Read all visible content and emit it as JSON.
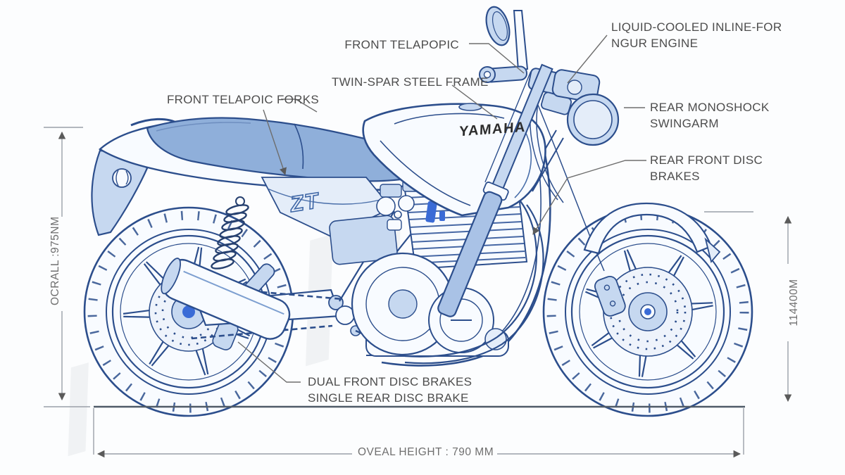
{
  "labels": {
    "front_telescopic": "FRONT TELAPOPIC",
    "engine_line1": "LIQUID-COOLED INLINE-FOR",
    "engine_line2": "NGUR ENGINE",
    "frame": "TWIN-SPAR STEEL FRAME",
    "forks": "FRONT TELAPOIC FORKS",
    "monoshock_line1": "REAR MONOSHOCK",
    "monoshock_line2": "SWINGARM",
    "rear_disc_line1": "REAR FRONT DISC",
    "rear_disc_line2": "BRAKES",
    "front_disc_line1": "DUAL FRONT DISC BRAKES",
    "front_disc_line2": "SINGLE REAR DISC BRAKE"
  },
  "dimensions": {
    "bottom_overall": "OVEAL HEIGHT :  790 MM",
    "left_vertical": "OCRALL :975NM",
    "right_vertical": "114400M"
  },
  "bike": {
    "tank_logo": "YAMAHA",
    "side_badge": "ZT"
  },
  "colors": {
    "outline_blue": "#2c4e8c",
    "fill_light": "#e4edf9",
    "fill_mid": "#c6d8f0",
    "fill_deep": "#a9c2e6",
    "seat_blue": "#8fafda",
    "accent_blue": "#3a6bd6",
    "label_gray": "#4d4d4d",
    "dim_gray": "#9aa0a8",
    "ground_gray": "#4f5b68"
  }
}
